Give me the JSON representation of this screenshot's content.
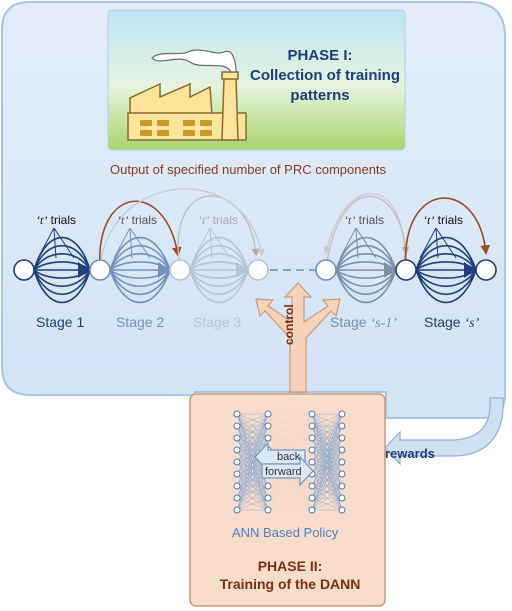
{
  "phase1": {
    "line1": "PHASE I:",
    "line2": "Collection of training",
    "line3": "patterns"
  },
  "output_label": "Output of specified number of PRC components",
  "trials_label": "trials",
  "trials_var": "‘t’",
  "stages": [
    {
      "label": "Stage 1",
      "color": "#1f3f7a"
    },
    {
      "label": "Stage 2",
      "color": "#7391bd"
    },
    {
      "label": "Stage 3",
      "color": "#b6c4d8"
    },
    {
      "label": "Stage ",
      "var": "‘s-1’",
      "color": "#7d8fa6"
    },
    {
      "label": "Stage ",
      "var": "‘s’",
      "color": "#1f3f7a"
    }
  ],
  "control_label": "control",
  "rewards_label": "rewards",
  "ann": {
    "back": "back",
    "forward": "forward",
    "label": "ANN Based Policy"
  },
  "phase2": {
    "line1": "PHASE II:",
    "line2": "Training of the DANN"
  },
  "colors": {
    "panel": "#dce9f7",
    "panel_border": "#a8c4e6",
    "phase2_fill": "#f9ddcb",
    "arrow_brown": "#9a4b2a",
    "accent_blue": "#5b8cd0"
  }
}
